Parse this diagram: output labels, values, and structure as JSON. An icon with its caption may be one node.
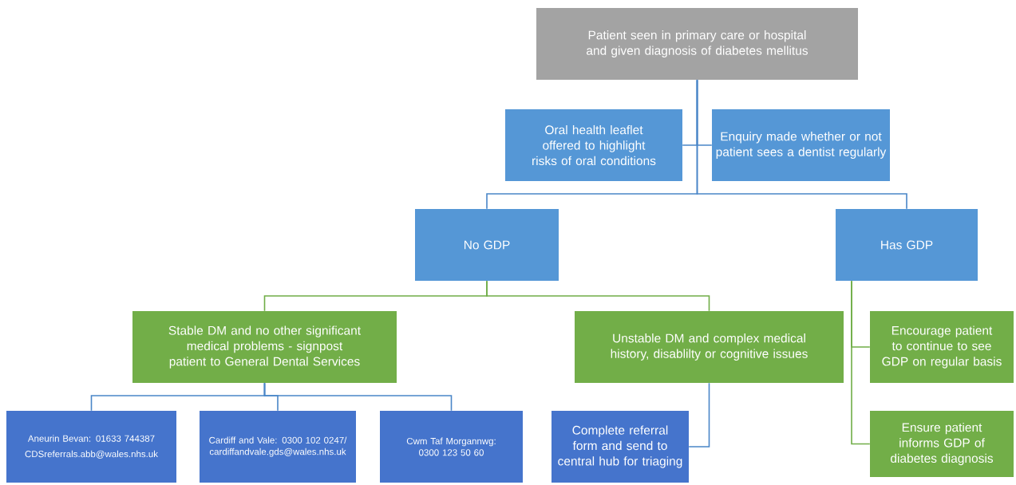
{
  "diagram": {
    "nodes": [
      {
        "text": [
          "Patient seen in primary care or hospital and given diagnosis  of diabetes mellitus"
        ]
      },
      {
        "text": [
          "Oral health leaflet offered to highlight risks of oral conditions"
        ]
      },
      {
        "text": [
          "Enquiry made whether or not patient sees a dentist regularly"
        ]
      },
      {
        "text": [
          "No GDP"
        ]
      },
      {
        "text": [
          "Has GDP"
        ]
      },
      {
        "text": [
          "Stable DM and no other significant medical problems - signpost patient to General Dental Services"
        ]
      },
      {
        "text": [
          "Unstable DM and complex medical history, disablilty or cognitive issues"
        ]
      },
      {
        "text": [
          "Encourage patient to continue to see GDP on regular basis"
        ]
      },
      {
        "text": [
          "Ensure patient informs GDP of diabetes diagnosis"
        ]
      },
      {
        "text": [
          "Aneurin Bevan: 01633 744387",
          "CDSreferrals.abb@wales.nhs.uk"
        ]
      },
      {
        "text": [
          "Cardiff and Vale: 0300 102 0247/ cardiffandvale.gds@wales.nhs.uk"
        ]
      },
      {
        "text": [
          "Cwm Taf Morgannwg: 0300 123 50 60"
        ]
      },
      {
        "text": [
          "Complete referral form and send to central hub for triaging"
        ]
      }
    ],
    "edges": [
      {
        "from": 0,
        "to": 1,
        "arrow": "none"
      },
      {
        "from": 0,
        "to": 2,
        "arrow": "none"
      },
      {
        "from": 0,
        "to": 3,
        "arrow": "none"
      },
      {
        "from": 0,
        "to": 4,
        "arrow": "none"
      },
      {
        "from": 3,
        "to": 5,
        "arrow": "none",
        "color": "#70ad47"
      },
      {
        "from": 3,
        "to": 6,
        "arrow": "none",
        "color": "#70ad47"
      },
      {
        "from": 4,
        "to": 7,
        "arrow": "none",
        "color": "#70ad47"
      },
      {
        "from": 4,
        "to": 8,
        "arrow": "none",
        "color": "#70ad47"
      },
      {
        "from": 5,
        "to": 9,
        "arrow": "none"
      },
      {
        "from": 5,
        "to": 10,
        "arrow": "none"
      },
      {
        "from": 5,
        "to": 11,
        "arrow": "none"
      },
      {
        "from": 6,
        "to": 12,
        "arrow": "none"
      }
    ]
  }
}
